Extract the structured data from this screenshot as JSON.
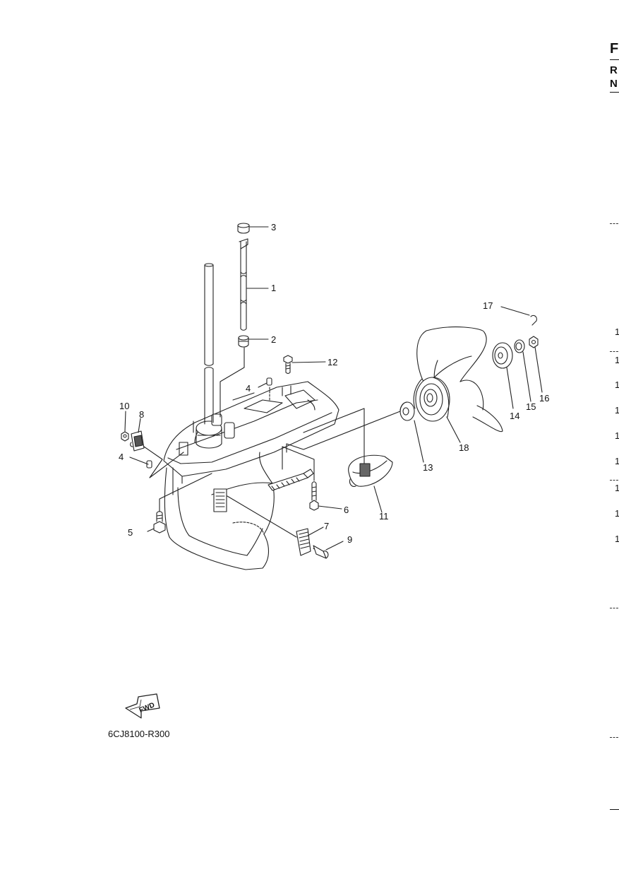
{
  "header": {
    "col_letter": "F",
    "row_r": "R",
    "row_n": "N"
  },
  "right_column_numbers": [
    "1",
    "1",
    "1",
    "1",
    "1",
    "1",
    "1",
    "1",
    "1"
  ],
  "diagram": {
    "drawing_code": "6CJ8100-R300",
    "fwd_label": "FWD",
    "callouts": [
      "1",
      "2",
      "3",
      "4",
      "4",
      "5",
      "6",
      "7",
      "8",
      "9",
      "10",
      "11",
      "12",
      "13",
      "14",
      "15",
      "16",
      "17",
      "18"
    ]
  }
}
